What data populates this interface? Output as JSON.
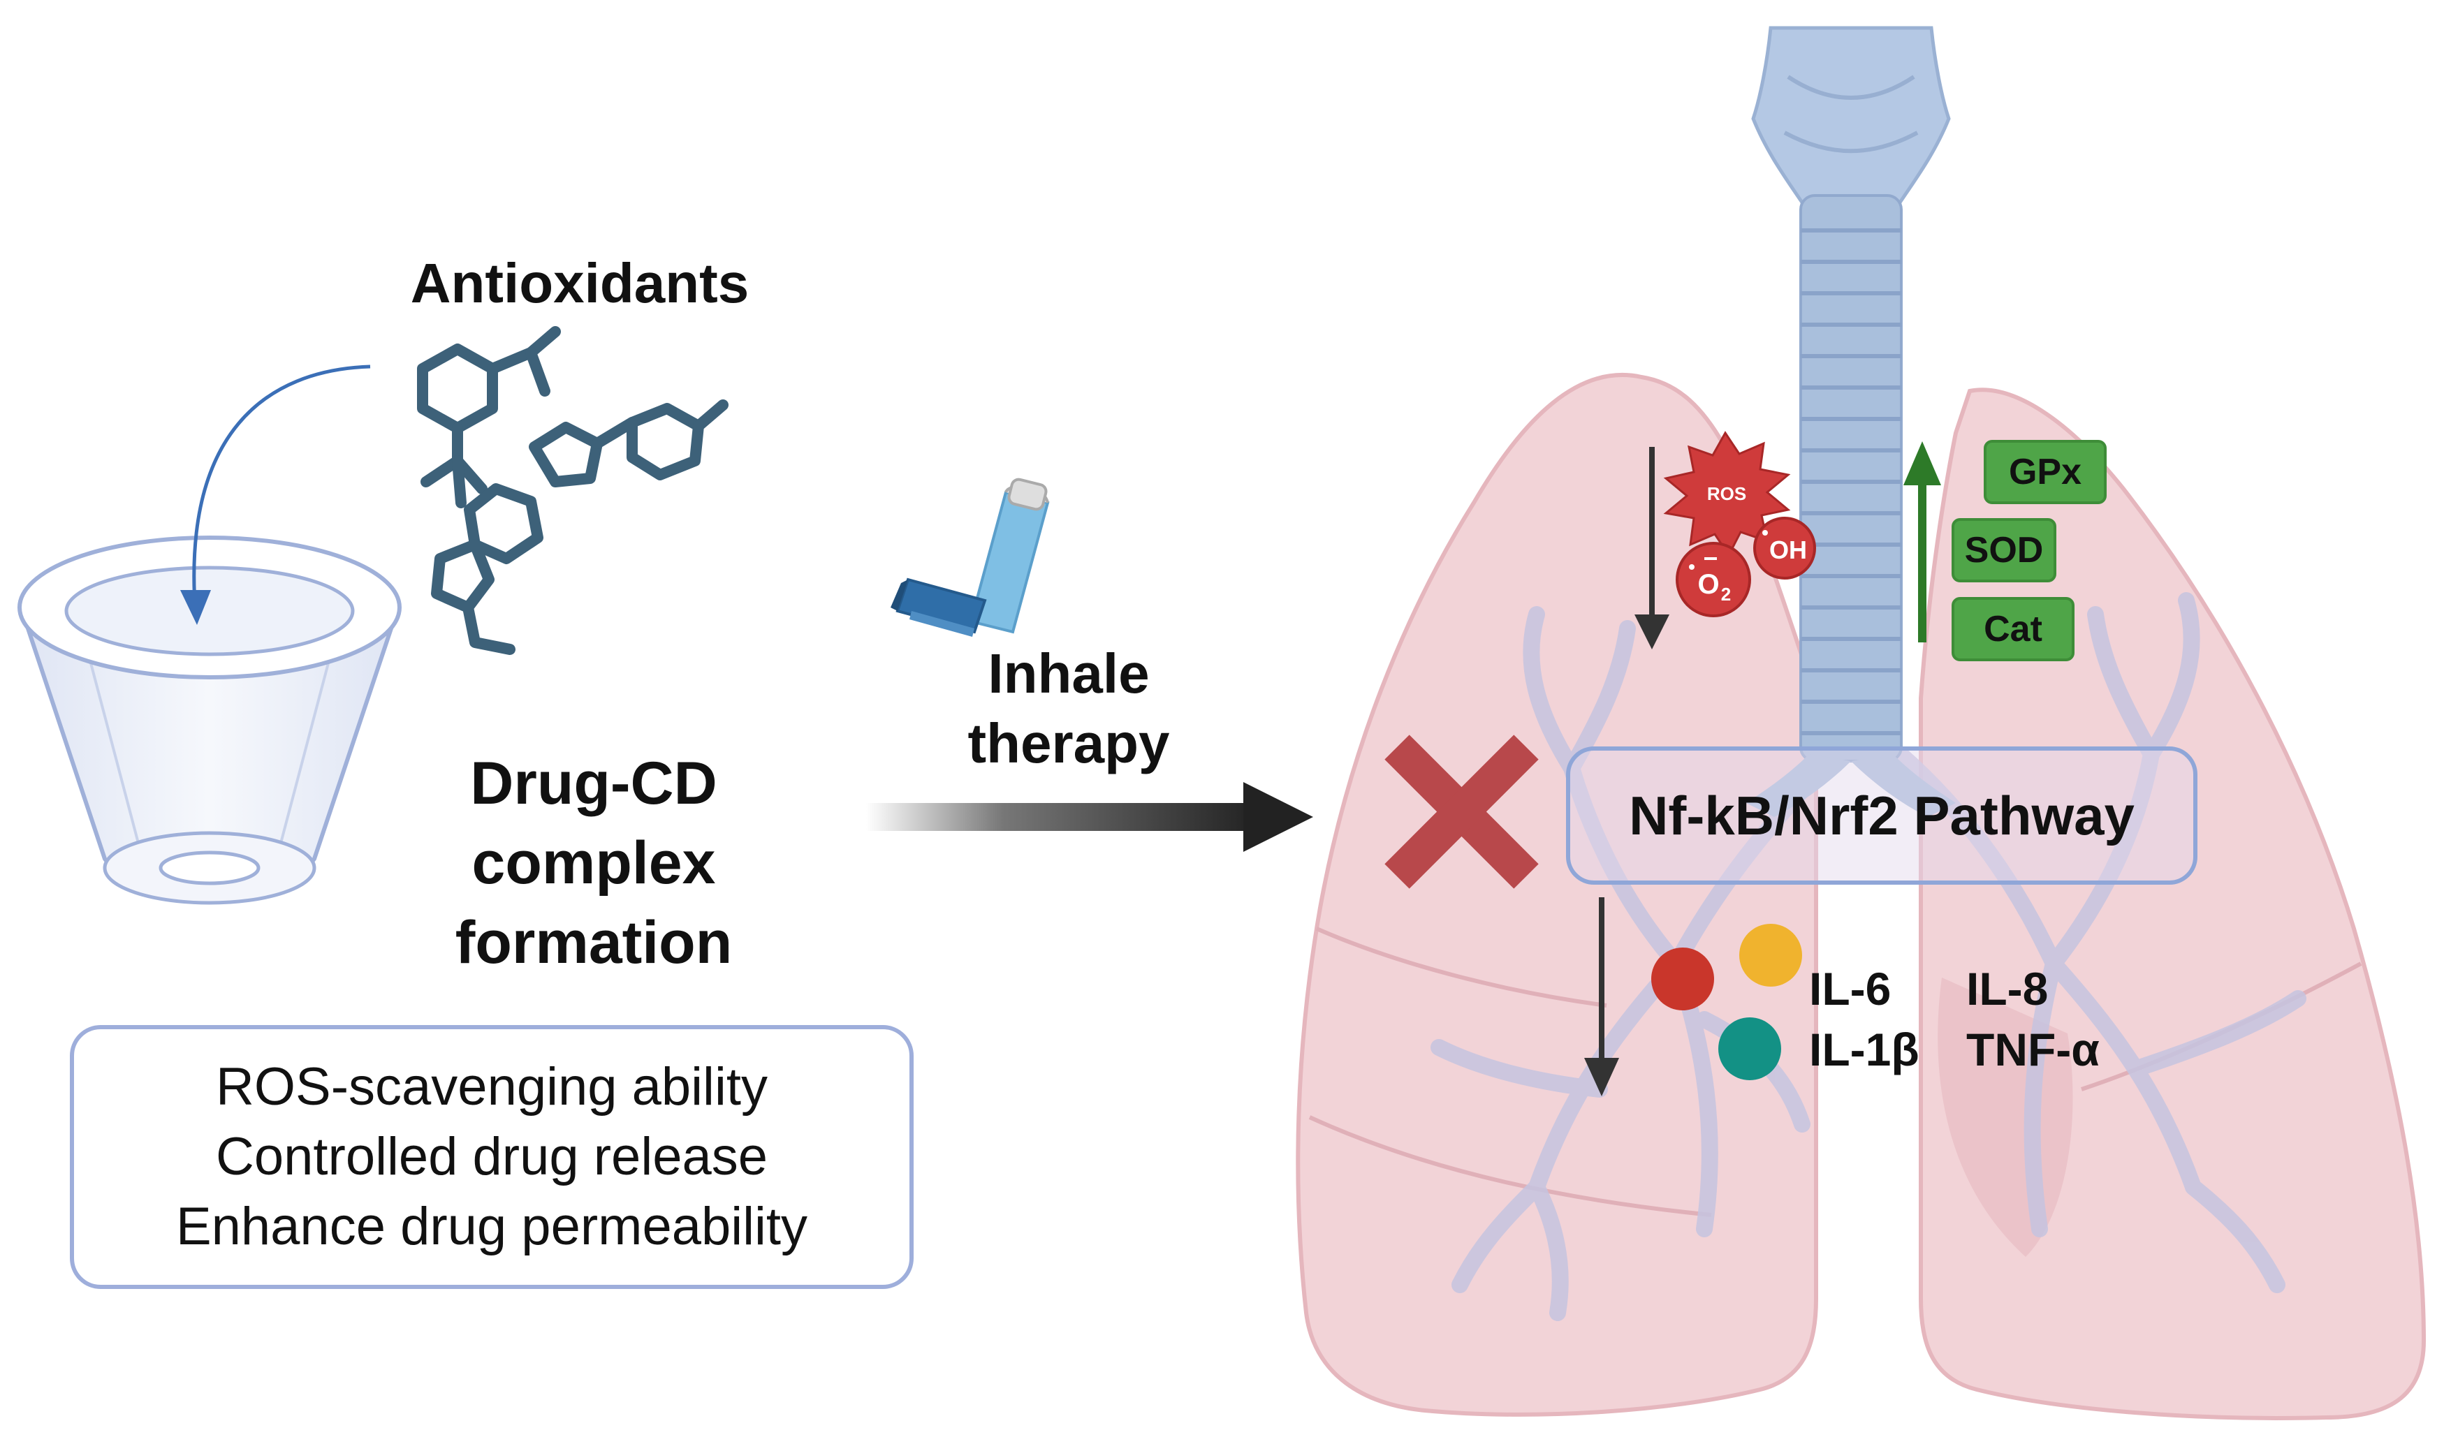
{
  "labels": {
    "antioxidants": "Antioxidants",
    "complex_line1": "Drug-CD",
    "complex_line2": "complex",
    "complex_line3": "formation",
    "inhale_line1": "Inhale",
    "inhale_line2": "therapy",
    "pathway": "Nf-kB/Nrf2 Pathway",
    "ros": "ROS",
    "hydroxyl": "OH",
    "superoxide": "O",
    "superoxide_sub": "2"
  },
  "benefits": [
    "ROS-scavenging ability",
    "Controlled drug release",
    "Enhance drug permeability"
  ],
  "enzymes": [
    "GPx",
    "SOD",
    "Cat"
  ],
  "cytokines": [
    "IL-6",
    "IL-8",
    "IL-1β",
    "TNF-α"
  ],
  "colors": {
    "lung_fill": "#f2d3d7",
    "lung_stroke": "#e5b6bd",
    "trachea": "#a9bfdc",
    "molecule": "#3d6179",
    "ros_red": "#cf3b3b",
    "enzyme_green": "#4fa548",
    "up_arrow": "#2d7a28",
    "inhibit_x": "#b8484b",
    "cyto_red": "#c9362b",
    "cyto_orange": "#f0b32e",
    "cyto_teal": "#139185"
  },
  "icons": [
    "cyclodextrin-cone-icon",
    "inhaler-icon",
    "lungs-icon",
    "trachea-icon",
    "antioxidant-molecule-icon",
    "inhibition-x-icon"
  ]
}
